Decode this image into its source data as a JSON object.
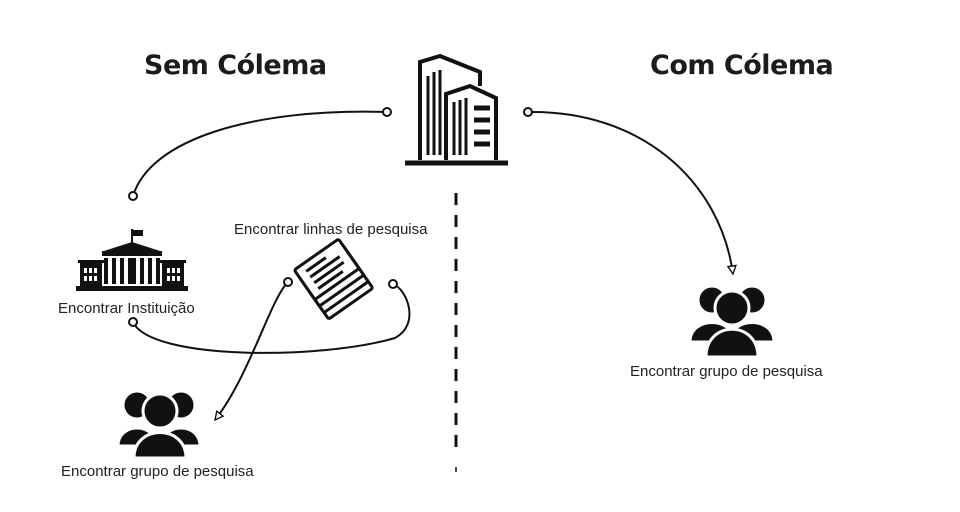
{
  "titles": {
    "left": "Sem Cólema",
    "right": "Com Cólema"
  },
  "labels": {
    "institution": "Encontrar Instituição",
    "research_lines": "Encontrar linhas de pesquisa",
    "group_left": "Encontrar grupo de pesquisa",
    "group_right": "Encontrar grupo de pesquisa"
  },
  "icons": {
    "building": "office-building-icon",
    "institution": "institution-building-icon",
    "documents": "documents-stack-icon",
    "group": "people-group-icon"
  },
  "colors": {
    "ink": "#111111",
    "background": "#ffffff"
  }
}
